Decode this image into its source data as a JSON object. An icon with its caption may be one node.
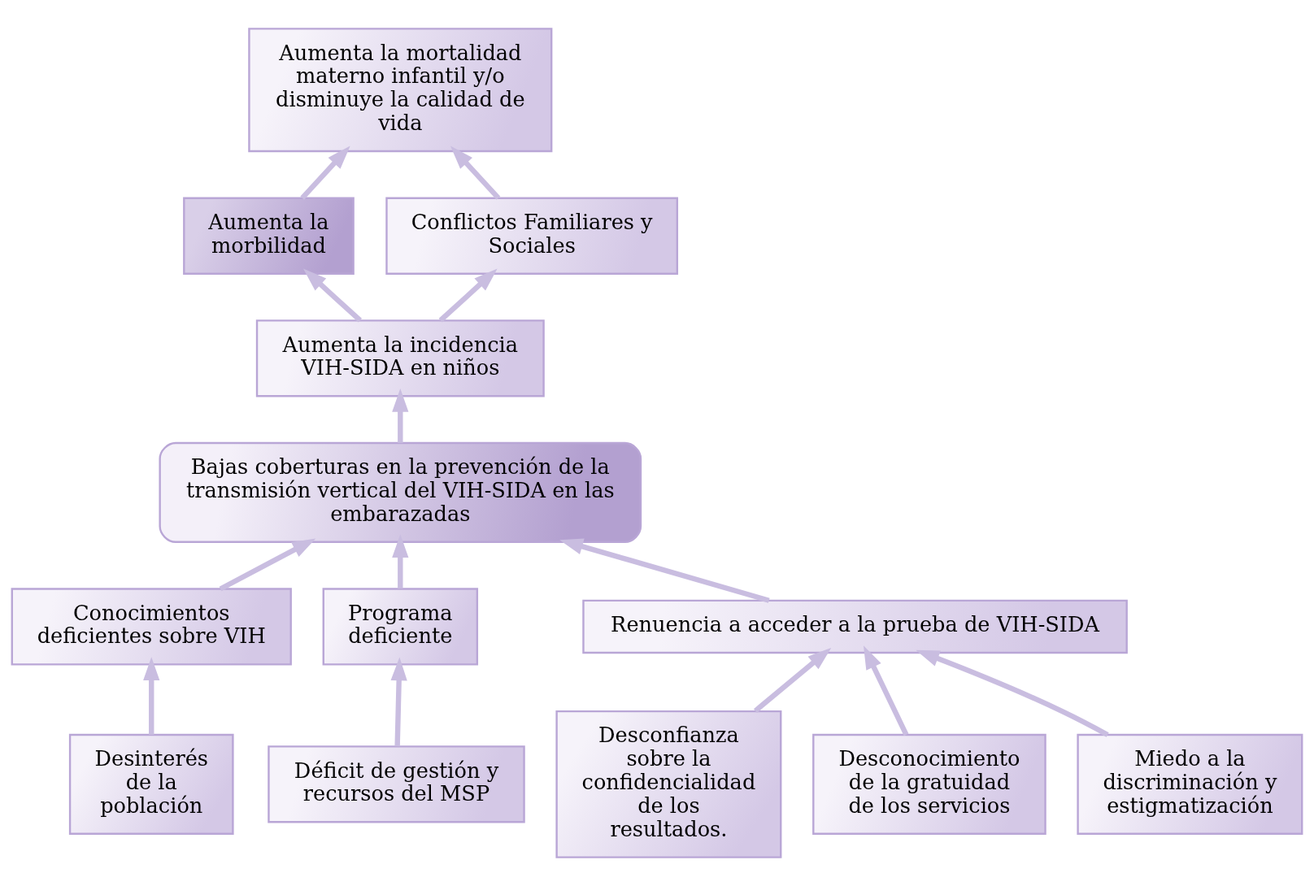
{
  "diagram": {
    "nodes": [
      {
        "text": [
          "Aumenta la mortalidad materno infantil y/o disminuye la calidad de vida"
        ]
      },
      {
        "text": [
          "Aumenta la morbilidad"
        ]
      },
      {
        "text": [
          "Conflictos Familiares y Sociales"
        ]
      },
      {
        "text": [
          "Aumenta la incidencia VIH-SIDA en niños"
        ]
      },
      {
        "text": [
          "Bajas coberturas en la prevención de la transmisión vertical del VIH-SIDA en las embarazadas"
        ]
      },
      {
        "text": [
          "Conocimientos deficientes sobre VIH"
        ]
      },
      {
        "text": [
          "Programa deficiente"
        ]
      },
      {
        "text": [
          "Renuencia a acceder a la prueba de VIH-SIDA"
        ]
      },
      {
        "text": [
          "Desinterés de la población"
        ]
      },
      {
        "text": [
          "Déficit de gestión y recursos del MSP"
        ]
      },
      {
        "text": [
          "Desconfianza sobre la confidencialidad de los resultados."
        ]
      },
      {
        "text": [
          "Desconocimiento de la gratuidad de los servicios"
        ]
      },
      {
        "text": [
          "Miedo a la discriminación y estigmatización"
        ]
      }
    ],
    "edges": [
      {
        "from": 1,
        "to": 0,
        "arrow": "to"
      },
      {
        "from": 2,
        "to": 0,
        "arrow": "to"
      },
      {
        "from": 3,
        "to": 1,
        "arrow": "to"
      },
      {
        "from": 3,
        "to": 2,
        "arrow": "to"
      },
      {
        "from": 4,
        "to": 3,
        "arrow": "to"
      },
      {
        "from": 5,
        "to": 4,
        "arrow": "to"
      },
      {
        "from": 6,
        "to": 4,
        "arrow": "to"
      },
      {
        "from": 7,
        "to": 4,
        "arrow": "to"
      },
      {
        "from": 8,
        "to": 5,
        "arrow": "to"
      },
      {
        "from": 9,
        "to": 6,
        "arrow": "to"
      },
      {
        "from": 10,
        "to": 7,
        "arrow": "to"
      },
      {
        "from": 11,
        "to": 7,
        "arrow": "to"
      },
      {
        "from": 12,
        "to": 7,
        "arrow": "to"
      }
    ]
  }
}
